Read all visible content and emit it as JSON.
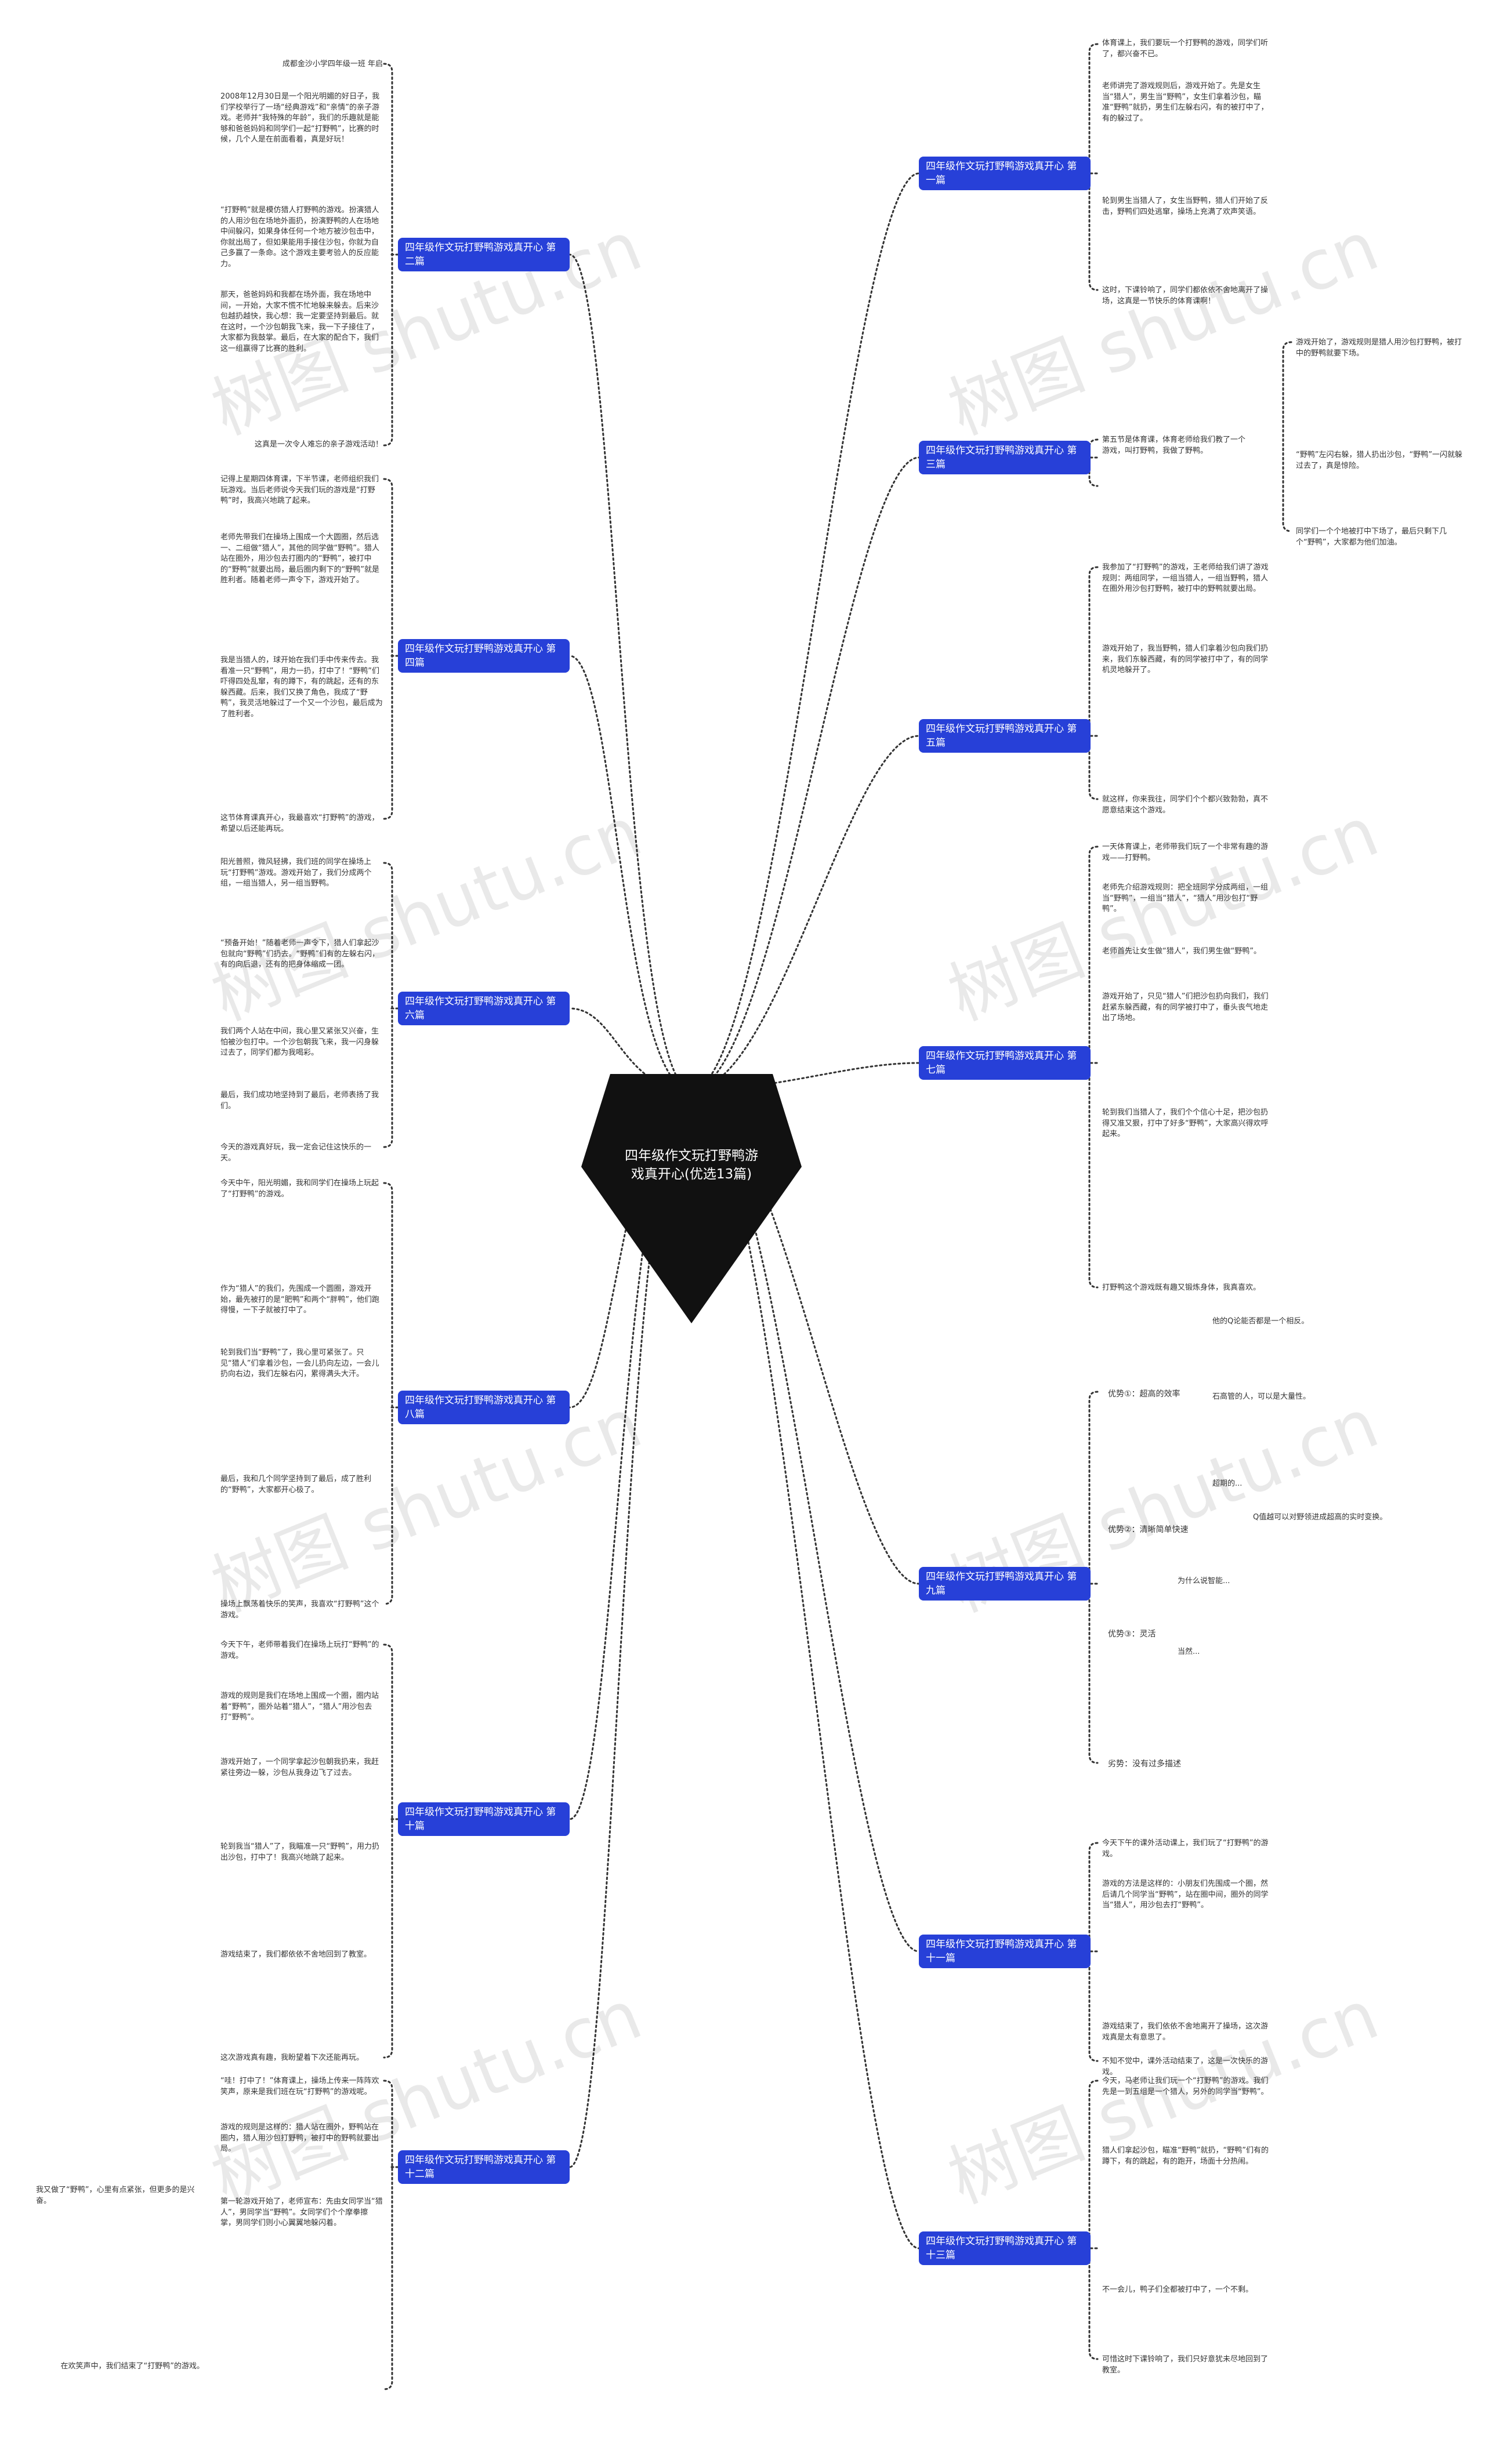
{
  "center": {
    "title": "四年级作文玩打野鸭游戏真开心(优选13篇)"
  },
  "watermark": "树图 shutu.cn",
  "branches": [
    {
      "label": "四年级作文玩打野鸭游戏真开心 第二篇",
      "notes": [
        "成都金沙小学四年级一班 年启",
        "2008年12月30日是一个阳光明媚的好日子，我们学校举行了一场“经典游戏”和“亲情”的亲子游戏。老师并“我特殊的年龄”，我们的乐趣就是能够和爸爸妈妈和同学们一起“打野鸭”，比赛的时候，几个人是在前面看着，真是好玩！",
        "“打野鸭”就是模仿猎人打野鸭的游戏。扮演猎人的人用沙包在场地外面扔，扮演野鸭的人在场地中间躲闪，如果身体任何一个地方被沙包击中，你就出局了，但如果能用手接住沙包，你就为自己多赢了一条命。这个游戏主要考验人的反应能力。",
        "那天，爸爸妈妈和我都在场外面，我在场地中间，一开始，大家不慌不忙地躲来躲去。后来沙包越扔越快，我心想：我一定要坚持到最后。就在这时，一个沙包朝我飞来，我一下子接住了，大家都为我鼓掌。最后，在大家的配合下，我们这一组赢得了比赛的胜利。",
        "这真是一次令人难忘的亲子游戏活动！"
      ]
    },
    {
      "label": "四年级作文玩打野鸭游戏真开心 第四篇",
      "notes": [
        "记得上星期四体育课，下半节课，老师组织我们玩游戏。当后老师说今天我们玩的游戏是“打野鸭”时，我高兴地跳了起来。",
        "老师先带我们在操场上围成一个大圆圈，然后选一、二组做“猎人”，其他的同学做“野鸭”。猎人站在圈外，用沙包去打圈内的“野鸭”，被打中的“野鸭”就要出局，最后圈内剩下的“野鸭”就是胜利者。随着老师一声令下，游戏开始了。",
        "我是当猎人的，球开始在我们手中传来传去。我看准一只“野鸭”，用力一扔，打中了！“野鸭”们吓得四处乱窜，有的蹲下，有的跳起，还有的东躲西藏。后来，我们又换了角色，我成了“野鸭”，我灵活地躲过了一个又一个沙包，最后成为了胜利者。",
        "这节体育课真开心，我最喜欢“打野鸭”的游戏，希望以后还能再玩。"
      ]
    },
    {
      "label": "四年级作文玩打野鸭游戏真开心 第六篇",
      "notes": [
        "阳光普照，微风轻拂，我们班的同学在操场上玩“打野鸭”游戏。游戏开始了，我们分成两个组，一组当猎人，另一组当野鸭。",
        "“预备开始！”随着老师一声令下，猎人们拿起沙包就向“野鸭”们扔去。“野鸭”们有的左躲右闪，有的向后退，还有的把身体缩成一团。",
        "我们两个人站在中间，我心里又紧张又兴奋，生怕被沙包打中。一个沙包朝我飞来，我一闪身躲过去了，同学们都为我喝彩。",
        "最后，我们成功地坚持到了最后，老师表扬了我们。",
        "今天的游戏真好玩，我一定会记住这快乐的一天。"
      ]
    },
    {
      "label": "四年级作文玩打野鸭游戏真开心 第八篇",
      "notes": [
        "今天中午，阳光明媚，我和同学们在操场上玩起了“打野鸭”的游戏。",
        "作为“猎人”的我们，先围成一个圆圈，游戏开始，最先被打的是“肥鸭”和两个“胖鸭”，他们跑得慢，一下子就被打中了。",
        "轮到我们当“野鸭”了，我心里可紧张了。只见“猎人”们拿着沙包，一会儿扔向左边，一会儿扔向右边，我们左躲右闪，累得满头大汗。",
        "最后，我和几个同学坚持到了最后，成了胜利的“野鸭”，大家都开心极了。",
        "操场上飘荡着快乐的笑声，我喜欢“打野鸭”这个游戏。"
      ]
    },
    {
      "label": "四年级作文玩打野鸭游戏真开心 第十篇",
      "notes": [
        "今天下午，老师带着我们在操场上玩打“野鸭”的游戏。",
        "游戏的规则是我们在场地上围成一个圈，圈内站着“野鸭”，圈外站着“猎人”，“猎人”用沙包去打“野鸭”。",
        "游戏开始了，一个同学拿起沙包朝我扔来，我赶紧往旁边一躲，沙包从我身边飞了过去。",
        "轮到我当“猎人”了，我瞄准一只“野鸭”，用力扔出沙包，打中了！我高兴地跳了起来。",
        "游戏结束了，我们都依依不舍地回到了教室。",
        "这次游戏真有趣，我盼望着下次还能再玩。"
      ]
    },
    {
      "label": "四年级作文玩打野鸭游戏真开心 第十二篇",
      "notes": [
        "“哇！打中了！”体育课上，操场上传来一阵阵欢笑声，原来是我们班在玩“打野鸭”的游戏呢。",
        "游戏的规则是这样的：猎人站在圈外，野鸭站在圈内，猎人用沙包打野鸭，被打中的野鸭就要出局。",
        "第一轮游戏开始了，老师宣布：先由女同学当“猎人”，男同学当“野鸭”。女同学们个个摩拳擦掌，男同学们则小心翼翼地躲闪着。",
        "我又做了“野鸭”，心里有点紧张，但更多的是兴奋。",
        "在欢笑声中，我们结束了“打野鸭”的游戏。"
      ]
    },
    {
      "label": "四年级作文玩打野鸭游戏真开心 第一篇",
      "notes": [
        "体育课上，我们要玩一个打野鸭的游戏，同学们听了，都兴奋不已。",
        "老师讲完了游戏规则后，游戏开始了。先是女生当“猎人”，男生当“野鸭”，女生们拿着沙包，瞄准“野鸭”就扔，男生们左躲右闪，有的被打中了，有的躲过了。",
        "轮到男生当猎人了，女生当野鸭，猎人们开始了反击，野鸭们四处逃窜，操场上充满了欢声笑语。",
        "这时，下课铃响了，同学们都依依不舍地离开了操场，这真是一节快乐的体育课啊！"
      ]
    },
    {
      "label": "四年级作文玩打野鸭游戏真开心 第三篇",
      "notes": [
        "第五节是体育课，体育老师给我们教了一个游戏，叫打野鸭，我做了野鸭。",
        "游戏开始了，游戏规则是猎人用沙包打野鸭，被打中的野鸭就要下场。",
        "“野鸭”左闪右躲，猎人扔出沙包，“野鸭”一闪就躲过去了，真是惊险。",
        "同学们一个个地被打中下场了，最后只剩下几个“野鸭”，大家都为他们加油。"
      ]
    },
    {
      "label": "四年级作文玩打野鸭游戏真开心 第五篇",
      "notes": [
        "我参加了“打野鸭”的游戏，王老师给我们讲了游戏规则：两组同学，一组当猎人，一组当野鸭，猎人在圈外用沙包打野鸭，被打中的野鸭就要出局。",
        "游戏开始了，我当野鸭，猎人们拿着沙包向我们扔来，我们东躲西藏，有的同学被打中了，有的同学机灵地躲开了。",
        "就这样，你来我往，同学们个个都兴致勃勃，真不愿意结束这个游戏。"
      ]
    },
    {
      "label": "四年级作文玩打野鸭游戏真开心 第七篇",
      "notes": [
        "一天体育课上，老师带我们玩了一个非常有趣的游戏——打野鸭。",
        "老师先介绍游戏规则：把全班同学分成两组，一组当“野鸭”，一组当“猎人”，“猎人”用沙包打“野鸭”。",
        "老师首先让女生做“猎人”，我们男生做“野鸭”。",
        "游戏开始了，只见“猎人”们把沙包扔向我们，我们赶紧东躲西藏，有的同学被打中了，垂头丧气地走出了场地。",
        "轮到我们当猎人了，我们个个信心十足，把沙包扔得又准又狠，打中了好多“野鸭”，大家高兴得欢呼起来。",
        "打野鸭这个游戏既有趣又锻炼身体，我真喜欢。"
      ]
    },
    {
      "label": "四年级作文玩打野鸭游戏真开心 第九篇",
      "notes": [
        "优势①：超高的效率",
        "优势②：清晰简单快速",
        "优势③：灵活",
        "劣势：没有过多描述"
      ]
    },
    {
      "label": "四年级作文玩打野鸭游戏真开心 第十一篇",
      "notes": [
        "今天下午的课外活动课上，我们玩了“打野鸭”的游戏。",
        "游戏的方法是这样的：小朋友们先围成一个圈，然后请几个同学当“野鸭”，站在圈中间，圈外的同学当“猎人”，用沙包去打“野鸭”。",
        "游戏结束了，我们依依不舍地离开了操场，这次游戏真是太有意思了。",
        "不知不觉中，课外活动结束了，这是一次快乐的游戏。"
      ]
    },
    {
      "label": "四年级作文玩打野鸭游戏真开心 第十三篇",
      "notes": [
        "今天，马老师让我们玩一个“打野鸭”的游戏。我们先是一到五组是一个猎人，另外的同学当“野鸭”。",
        "猎人们拿起沙包，瞄准“野鸭”就扔，“野鸭”们有的蹲下，有的跳起，有的跑开，场面十分热闹。",
        "不一会儿，鸭子们全都被打中了，一个不剩。",
        "可惜这时下课铃响了，我们只好意犹未尽地回到了教室。"
      ]
    }
  ],
  "branch9_notes": [
    "他的Q论能否都是一个相反。",
    "石高管的人，可以是大量性。",
    "超期的...",
    "Q值越可以对野领进成超高的实时变换。",
    "为什么说智能...",
    "当然..."
  ]
}
